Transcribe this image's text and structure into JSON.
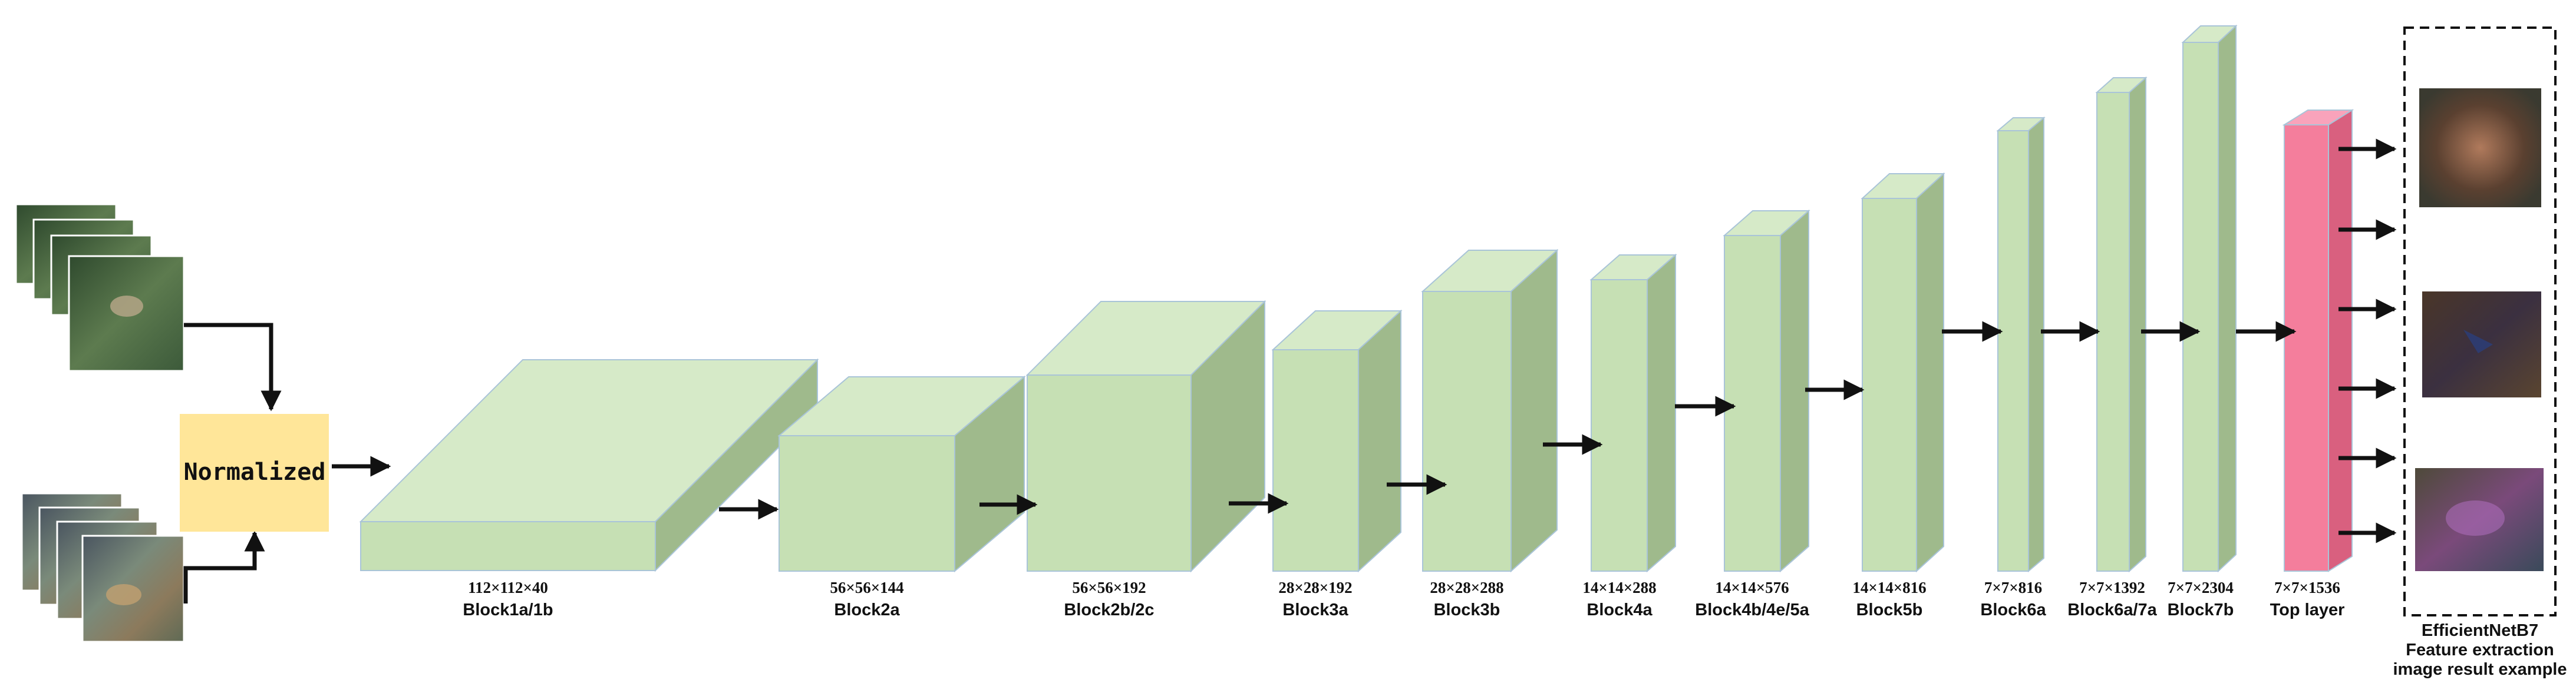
{
  "normalize_label": "Normalized",
  "blocks": [
    {
      "dims": "112×112×40",
      "name": "Block1a/1b"
    },
    {
      "dims": "56×56×144",
      "name": "Block2a"
    },
    {
      "dims": "56×56×192",
      "name": "Block2b/2c"
    },
    {
      "dims": "28×28×192",
      "name": "Block3a"
    },
    {
      "dims": "28×28×288",
      "name": "Block3b"
    },
    {
      "dims": "14×14×288",
      "name": "Block4a"
    },
    {
      "dims": "14×14×576",
      "name": "Block4b/4e/5a"
    },
    {
      "dims": "14×14×816",
      "name": "Block5b"
    },
    {
      "dims": "7×7×816",
      "name": "Block6a"
    },
    {
      "dims": "7×7×1392",
      "name": "Block6a/7a"
    },
    {
      "dims": "7×7×2304",
      "name": "Block7b"
    },
    {
      "dims": "7×7×1536",
      "name": "Top layer"
    }
  ],
  "result_caption": [
    "EfficientNetB7",
    "Feature extraction",
    "image result example"
  ],
  "colors": {
    "block_front": "#c6e0b4",
    "block_top": "#d6eac8",
    "block_side": "#9fba8c",
    "block_edge": "#a9c4d8",
    "top_layer_front": "#f47e9c",
    "top_layer_top": "#f9a3bb",
    "top_layer_side": "#d9607f",
    "normalize_fill": "#ffe699",
    "arrow": "#111111"
  }
}
